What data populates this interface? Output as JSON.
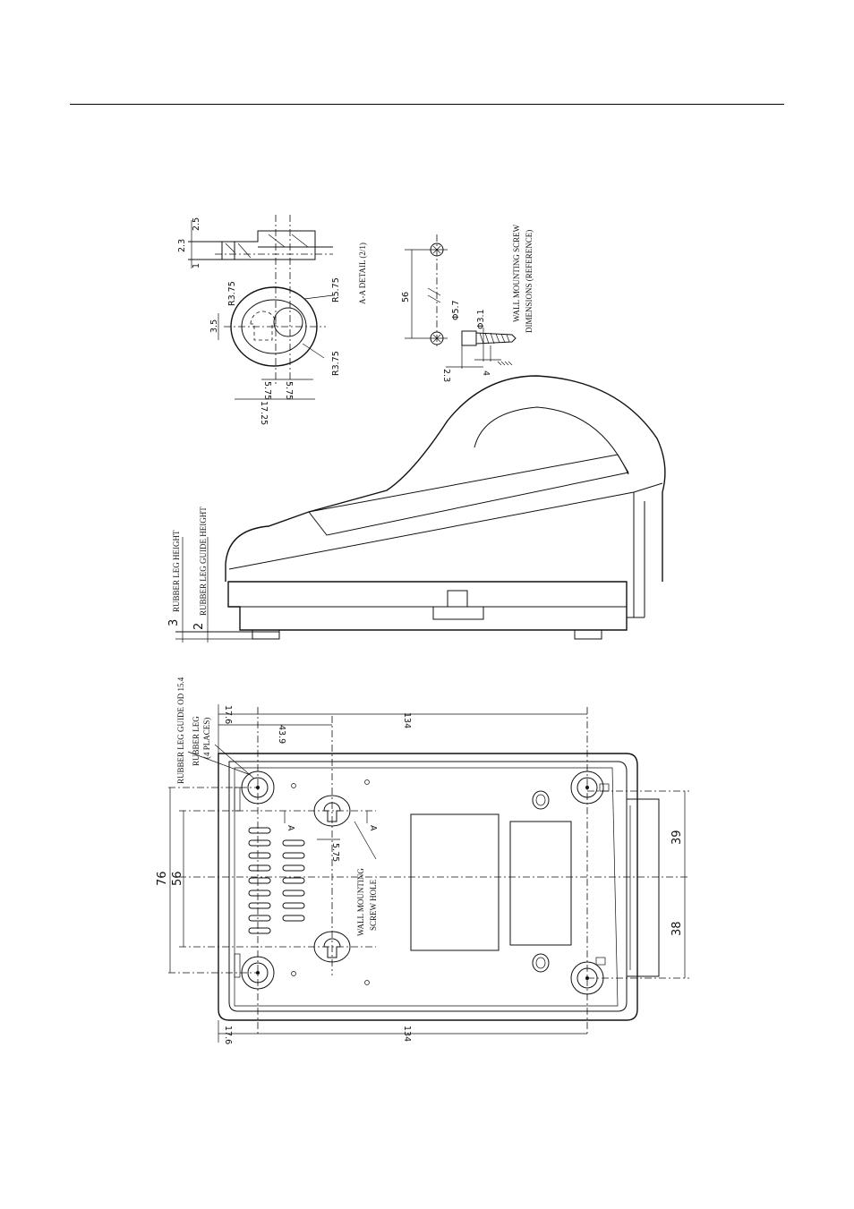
{
  "labels": {
    "rubber_leg_guide_od": "RUBBER LEG GUIDE OD 15.4",
    "rubber_leg": "RUBBER LEG",
    "rubber_leg_places": "(4 PLACES)",
    "rubber_leg_height": "RUBBER LEG HEIGHT",
    "rubber_leg_guide_height": "RUBBER LEG GUIDE HEIGHT",
    "wall_mounting_1": "WALL MOUNTING",
    "wall_mounting_2": "SCREW HOLE",
    "aa_detail": "A-A DETAIL (2/1)",
    "wall_screw_1": "WALL MOUNTING SCREW",
    "wall_screw_2": "DIMENSIONS (REFERENCE)",
    "section_mark": "A"
  },
  "dimensions": {
    "bottom_17_6_top": "17.6",
    "bottom_17_6_bottom": "17.6",
    "d_43_9": "43.9",
    "d_134_top": "134",
    "d_134_bottom": "134",
    "d_76": "76",
    "d_56": "56",
    "d_5_75": "5.75",
    "d_39": "39",
    "d_38": "38",
    "leg_height": "3",
    "guide_height": "2",
    "det_2_5": "2.5",
    "det_2_3": "2.3",
    "det_1": "1",
    "det_3_5": "3.5",
    "det_r3_75_top": "R3.75",
    "det_r5_75": "R5.75",
    "det_r3_75_bot": "R3.75",
    "det_5_75_a": "5.75",
    "det_5_75_b": "5.75",
    "det_17_25": "17.25",
    "screw_56": "56",
    "screw_phi5_7": "Φ5.7",
    "screw_phi3_1": "Φ3.1",
    "screw_2_3": "2.3",
    "screw_4": "4"
  }
}
